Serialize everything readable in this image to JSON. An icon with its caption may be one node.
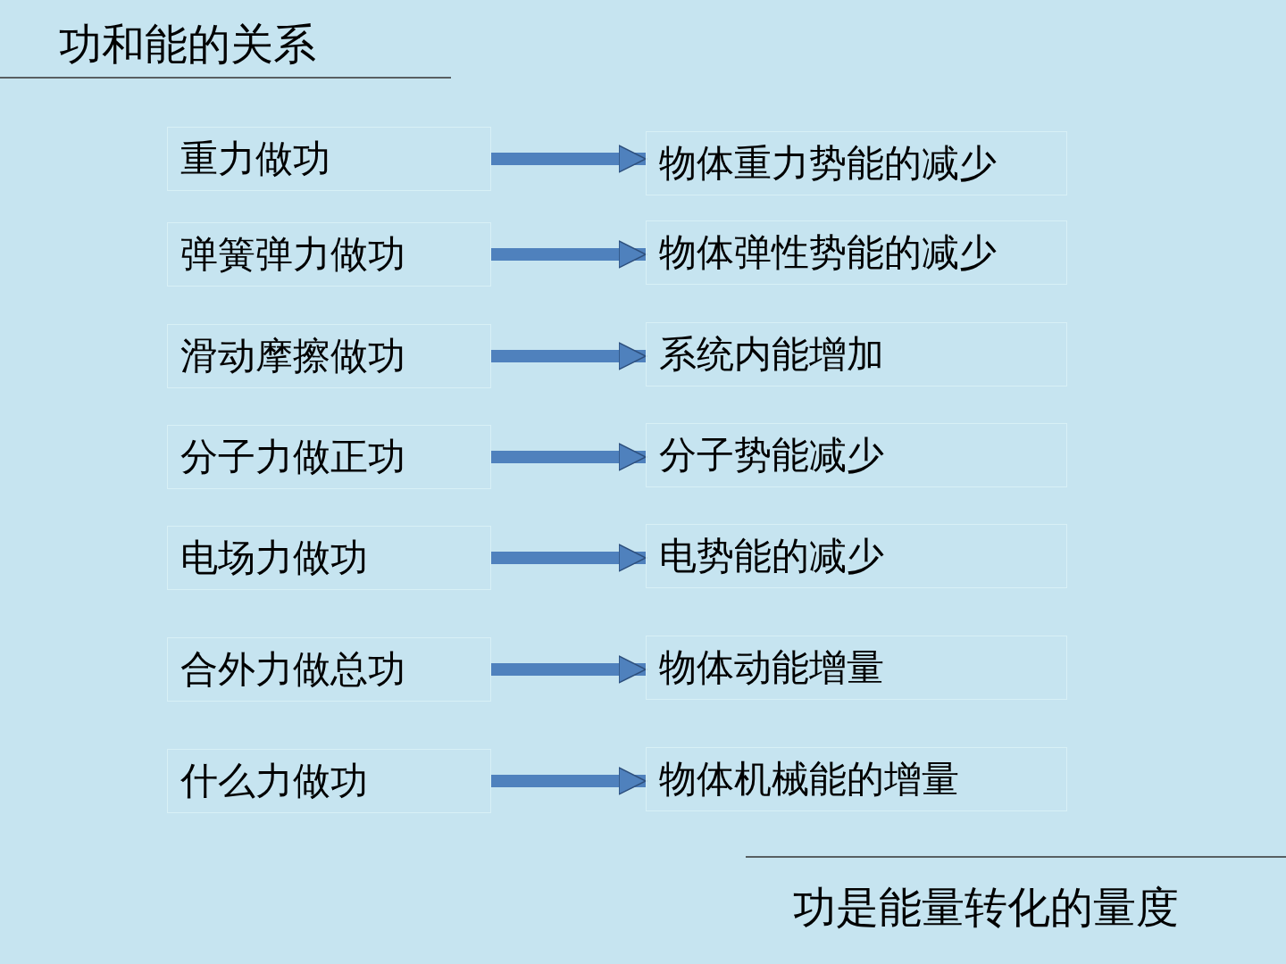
{
  "diagram": {
    "title": "功和能的关系",
    "caption": "功是能量转化的量度",
    "nodes": [
      {
        "text": [
          "重力做功"
        ]
      },
      {
        "text": [
          "物体重力势能的减少"
        ]
      },
      {
        "text": [
          "弹簧弹力做功"
        ]
      },
      {
        "text": [
          "物体弹性势能的减少"
        ]
      },
      {
        "text": [
          "滑动摩擦做功"
        ]
      },
      {
        "text": [
          "系统内能增加"
        ]
      },
      {
        "text": [
          "分子力做正功"
        ]
      },
      {
        "text": [
          "分子势能减少"
        ]
      },
      {
        "text": [
          "电场力做功"
        ]
      },
      {
        "text": [
          "电势能的减少"
        ]
      },
      {
        "text": [
          "合外力做总功"
        ]
      },
      {
        "text": [
          "物体动能增量"
        ]
      },
      {
        "text": [
          "什么力做功"
        ]
      },
      {
        "text": [
          "物体机械能的增量"
        ]
      }
    ],
    "edges": [
      {
        "from": 0,
        "to": 1,
        "arrow": "to"
      },
      {
        "from": 2,
        "to": 3,
        "arrow": "to"
      },
      {
        "from": 4,
        "to": 5,
        "arrow": "to"
      },
      {
        "from": 6,
        "to": 7,
        "arrow": "to"
      },
      {
        "from": 8,
        "to": 9,
        "arrow": "to"
      },
      {
        "from": 10,
        "to": 11,
        "arrow": "to"
      },
      {
        "from": 12,
        "to": 13,
        "arrow": "to"
      }
    ]
  }
}
